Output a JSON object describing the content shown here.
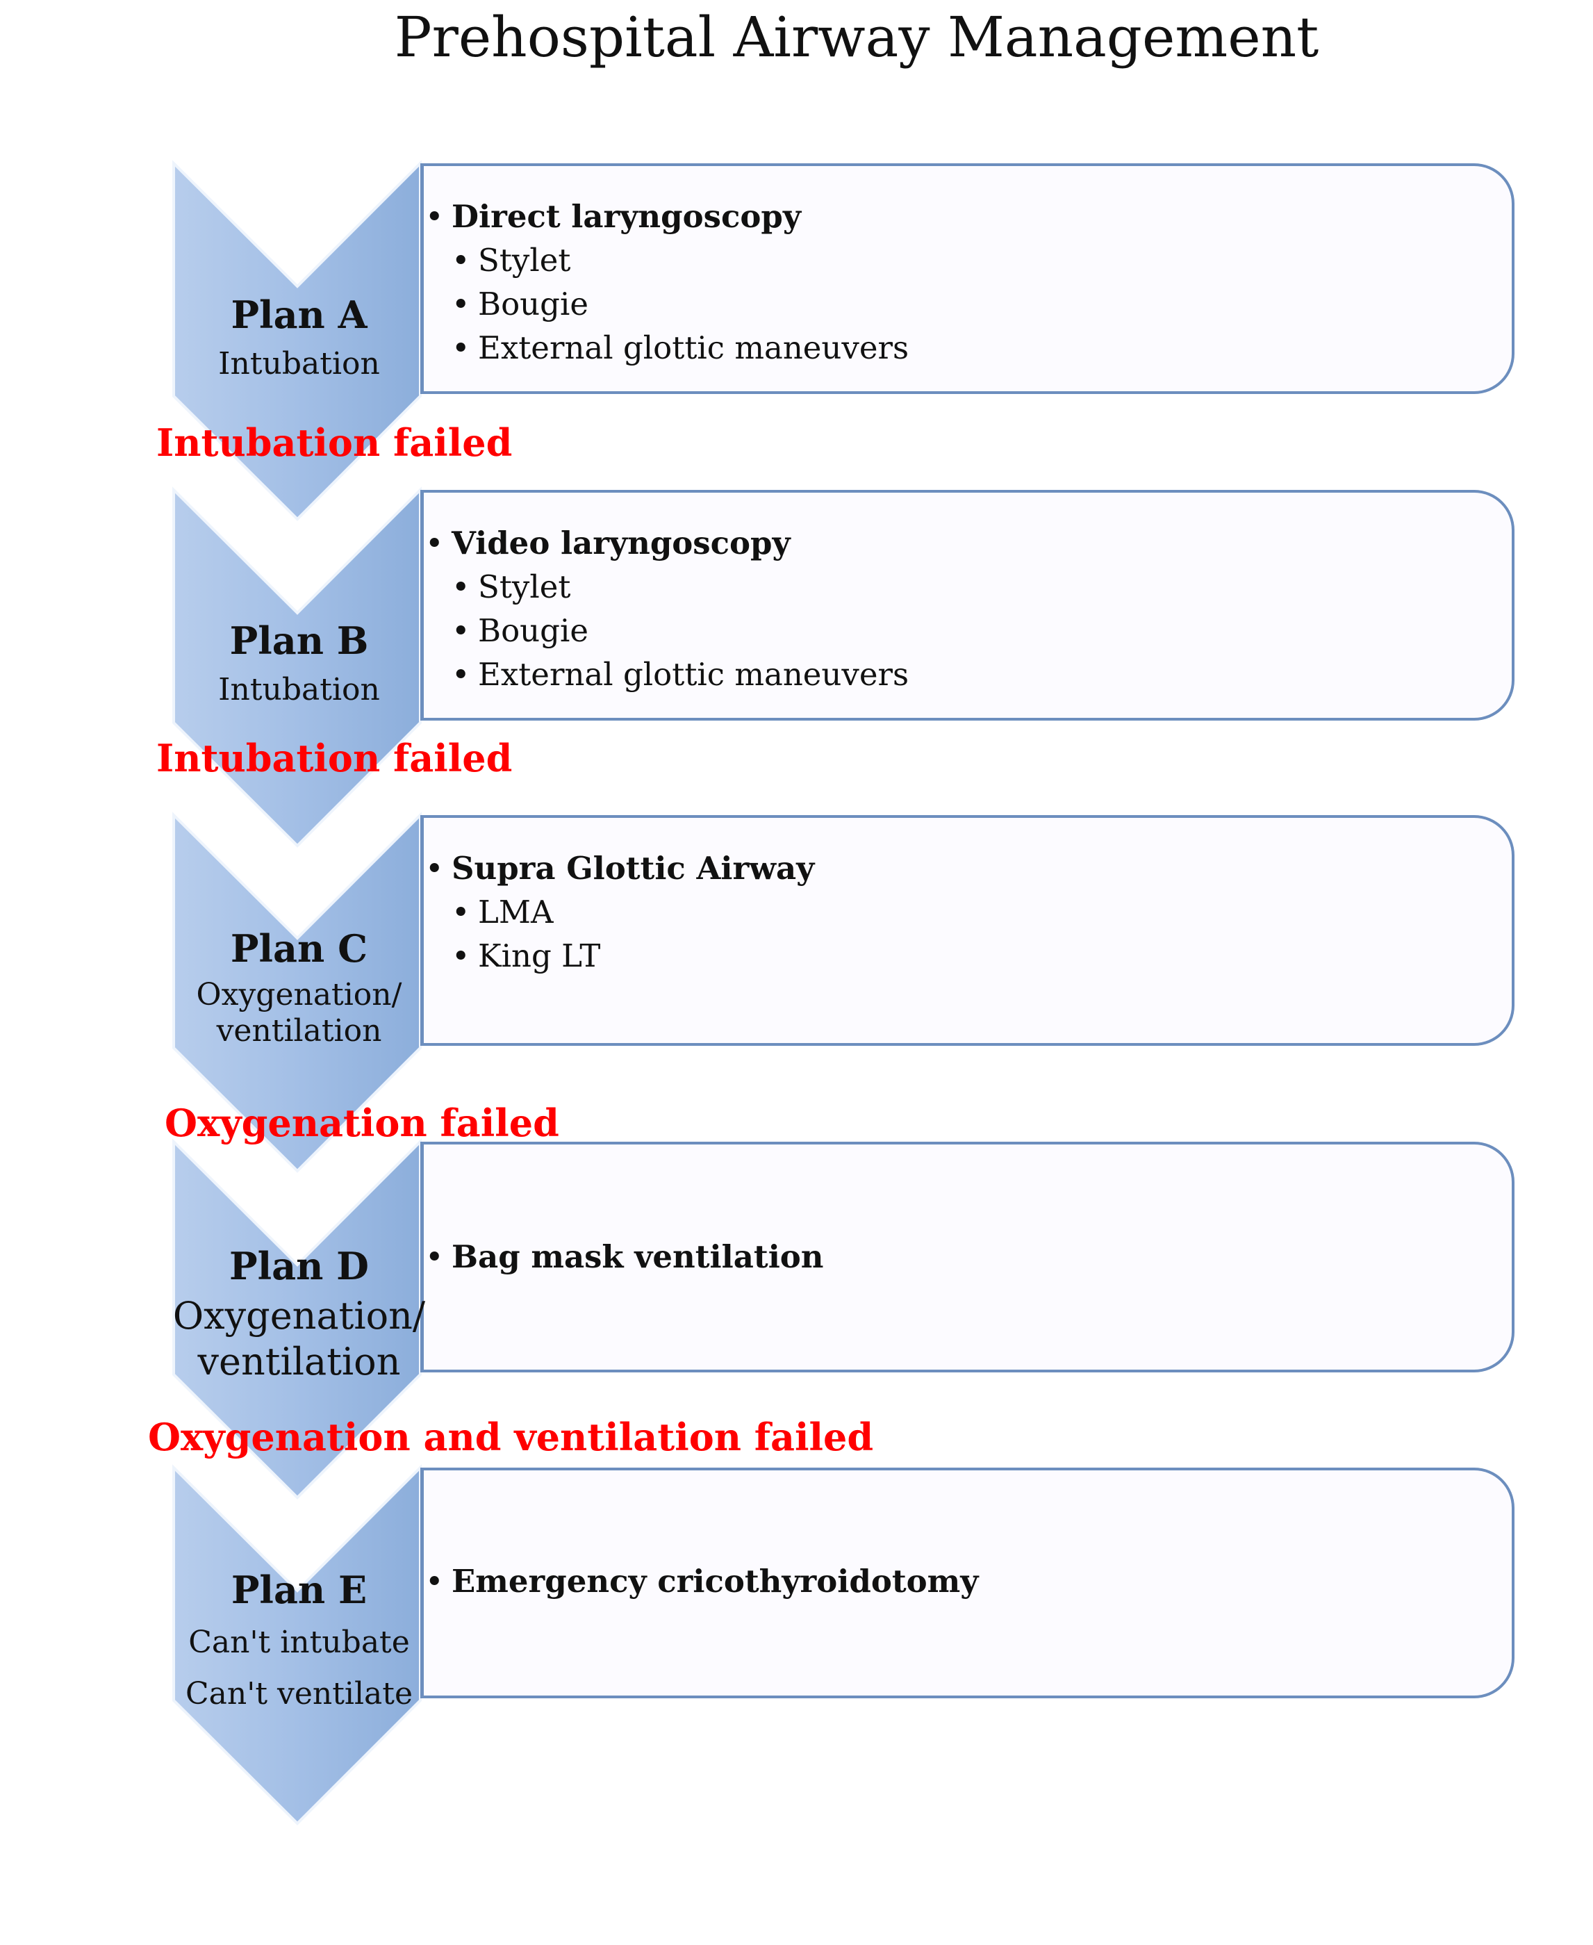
{
  "title": "Prehospital Airway Management",
  "colors": {
    "chevron_light": "#b7cdec",
    "chevron_dark": "#8caedb",
    "box_border": "#6c8ebe",
    "failure_text": "#ff0000"
  },
  "plans": [
    {
      "title": "Plan A",
      "subtitle": "Intubation",
      "main": "Direct  laryngoscopy",
      "subs": [
        "Stylet",
        "Bougie",
        "External glottic maneuvers"
      ]
    },
    {
      "title": "Plan B",
      "subtitle": "Intubation",
      "main": "Video  laryngoscopy",
      "subs": [
        "Stylet",
        "Bougie",
        "External glottic maneuvers"
      ]
    },
    {
      "title": "Plan C",
      "subtitle": "Oxygenation/\nventilation",
      "main": "Supra Glottic  Airway",
      "subs": [
        "LMA",
        "King LT"
      ]
    },
    {
      "title": "Plan D",
      "subtitle": "Oxygenation/\nventilation",
      "main": "Bag mask ventilation",
      "subs": []
    },
    {
      "title": "Plan E",
      "subtitle": "Can't intubate\nCan't ventilate",
      "main": "Emergency cricothyroidotomy",
      "subs": []
    }
  ],
  "failures": [
    "Intubation failed",
    "Intubation failed",
    "Oxygenation failed",
    "Oxygenation and ventilation failed"
  ]
}
